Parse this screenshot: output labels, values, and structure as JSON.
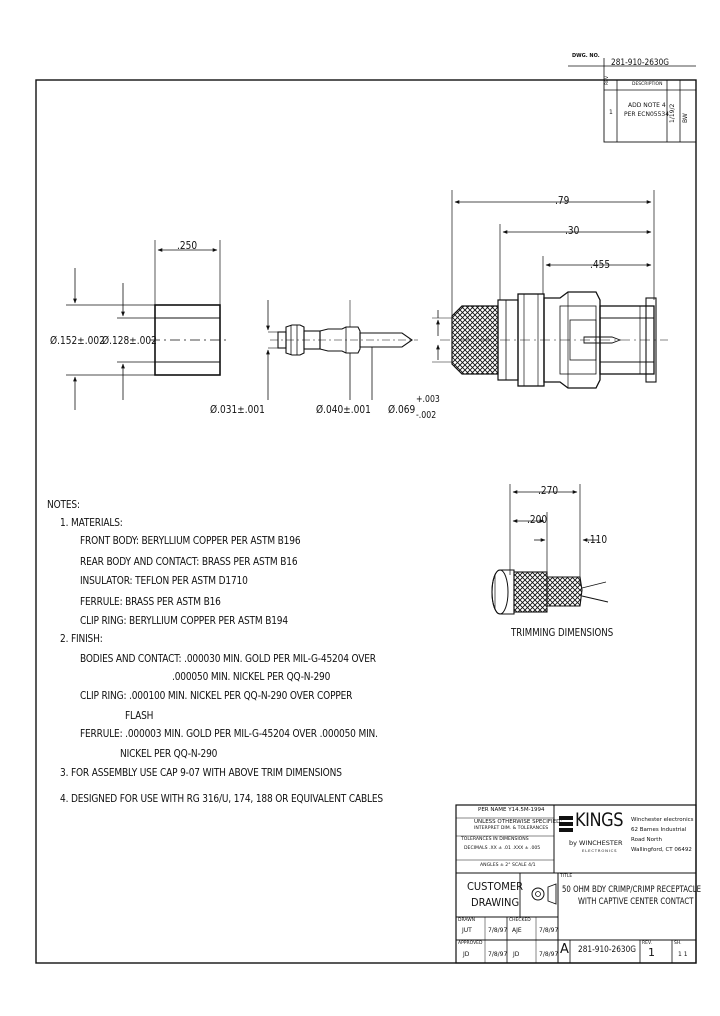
{
  "revision_block": {
    "dwg_no_label": "DWG. NO.",
    "dwg_no": "281-910-2630G",
    "description_header": "DESCRIPTION",
    "rev_header": "REV",
    "rev": "1",
    "description_line1": "ADD NOTE 4",
    "description_line2": "PER ECN05534",
    "date": "1/19/2",
    "approved": "BW"
  },
  "dimensions": {
    "ferrule_length": ".250",
    "ferrule_od": "Ø.152±.002",
    "ferrule_id": "Ø.128±.002",
    "contact_tip": "Ø.031±.001",
    "contact_body": "Ø.040±.001",
    "insulator_dia": "Ø.069",
    "insulator_tol_plus": "+.003",
    "insulator_tol_minus": "-.002",
    "overall_length": ".79",
    "length_2": ".30",
    "length_3": ".455",
    "trim_1": ".270",
    "trim_2": ".200",
    "trim_3": ".110",
    "trimming_title": "TRIMMING DIMENSIONS"
  },
  "notes": {
    "header": "NOTES:",
    "lines": [
      "1. MATERIALS:",
      "FRONT BODY: BERYLLIUM COPPER PER ASTM B196",
      "REAR BODY AND CONTACT: BRASS PER ASTM B16",
      "INSULATOR: TEFLON PER ASTM D1710",
      "FERRULE: BRASS PER ASTM B16",
      "CLIP RING: BERYLLIUM COPPER PER ASTM B194",
      "2. FINISH:",
      "BODIES AND CONTACT: .000030 MIN. GOLD PER MIL-G-45204 OVER",
      ".000050 MIN. NICKEL PER QQ-N-290",
      "CLIP RING: .000100 MIN. NICKEL PER QQ-N-290 OVER COPPER",
      "FLASH",
      "FERRULE: .000003 MIN. GOLD PER MIL-G-45204 OVER .000050 MIN.",
      "NICKEL PER QQ-N-290",
      "3. FOR ASSEMBLY USE CAP 9-07 WITH ABOVE TRIM DIMENSIONS",
      "4. DESIGNED FOR USE WITH RG 316/U, 174, 188 OR EQUIVALENT CABLES"
    ]
  },
  "title_block": {
    "tolerance_lines": [
      "PER NAME Y14.5M-1994",
      "UNLESS OTHERWISE SPECIFIED:",
      "INTERPRET DIM. & TOLERANCES",
      "TOLERANCES      IN      DIMENSIONS",
      "DECIMALS   .XX ± .01   .XXX ± .005",
      "ANGLES ± 2°        SCALE  4/1"
    ],
    "company_logo": "KINGS",
    "company_logo_sub": "by WINCHESTER",
    "company_logo_sub2": "ELECTRONICS",
    "company_address": [
      "Winchester electronics",
      "62 Barnes Industrial",
      "Road North",
      "Wallingford, CT 06492"
    ],
    "customer_drawing": [
      "CUSTOMER",
      "DRAWING"
    ],
    "title_label": "TITLE",
    "title_lines": [
      "50 OHM BDY CRIMP/CRIMP RECEPTACLE",
      "WITH CAPTIVE CENTER CONTACT"
    ],
    "drawn_label": "DRAWN",
    "drawn_by": "JUT",
    "drawn_date": "7/8/97",
    "checked_label": "CHECKED",
    "checked_by": "AJE",
    "checked_date": "7/8/97",
    "approved_label": "APPROVED",
    "approved_by": "JD",
    "approved_date": "7/8/97",
    "approved2_by": "JD",
    "approved2_date": "7/8/97",
    "size": "A",
    "dwg_no": "281-910-2630G",
    "rev_label": "REV.",
    "rev": "1",
    "sheet_label": "SH.",
    "sheet": "1 1"
  }
}
